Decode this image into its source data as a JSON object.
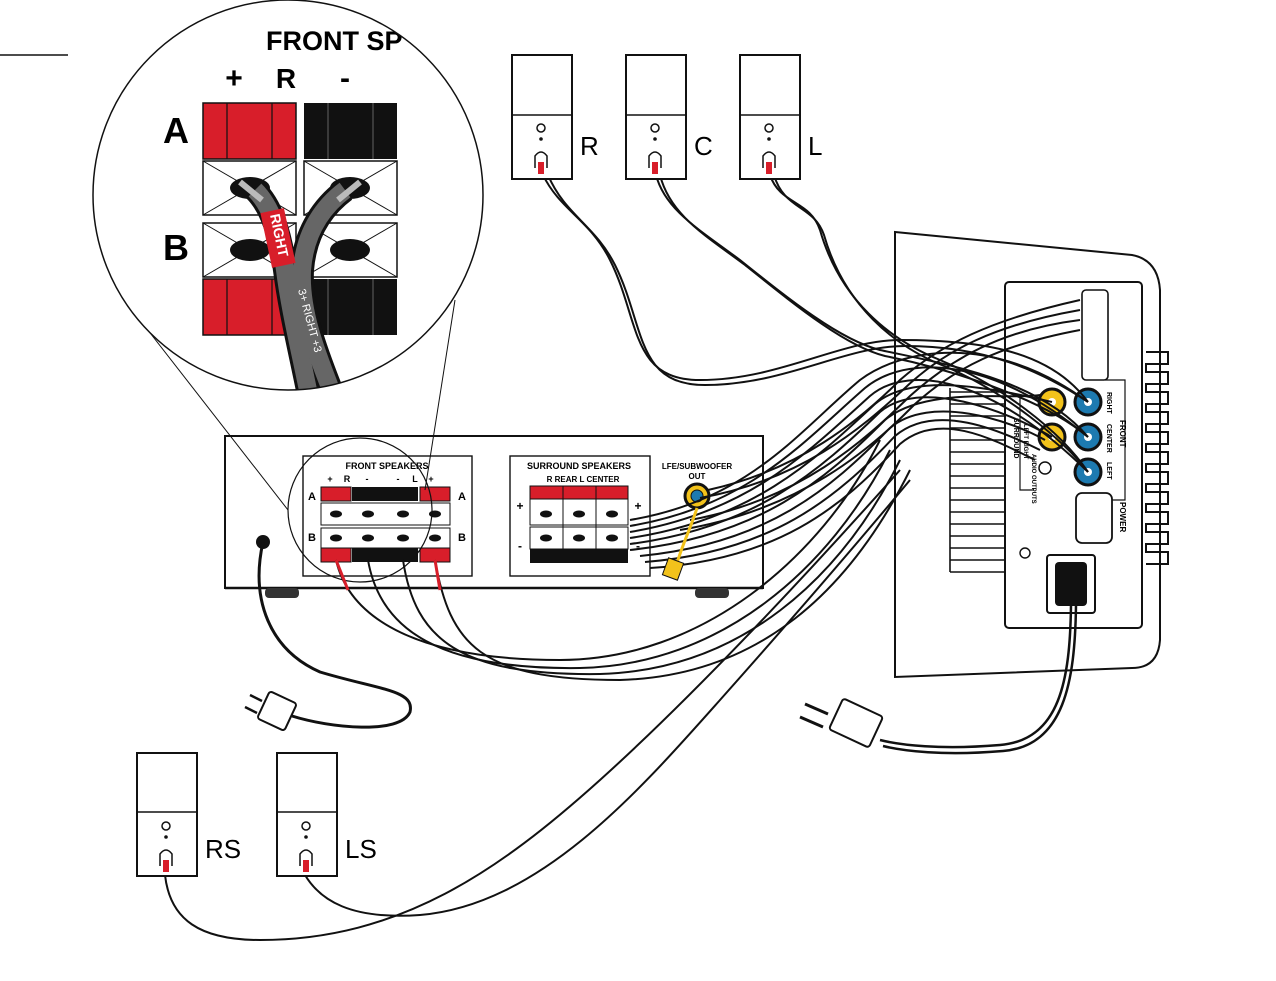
{
  "zoom": {
    "title": "FRONT SP",
    "plus": "+",
    "r": "R",
    "minus": "-",
    "row_a": "A",
    "row_b": "B",
    "tag_text": "RIGHT",
    "wire_text": "3+ RIGHT +3"
  },
  "speakers": {
    "right_label": "R",
    "center_label": "C",
    "left_label": "L",
    "rear_right_label": "RS",
    "rear_left_label": "LS"
  },
  "receiver": {
    "front_title": "FRONT SPEAKERS",
    "front_plus_left": "+",
    "front_r": "R",
    "front_minus_left": "-",
    "front_minus_right": "-",
    "front_l": "L",
    "front_plus_right": "+",
    "row_a": "A",
    "row_b": "B",
    "surround_title": "SURROUND SPEAKERS",
    "surround_cols": "R REAR L CENTER",
    "surround_plus": "+",
    "surround_minus": "-",
    "lfe_title": "LFE/SUBWOOFER",
    "lfe_out": "OUT"
  },
  "subwoofer": {
    "right": "RIGHT",
    "center": "CENTER",
    "left": "LEFT",
    "front": "FRONT",
    "surround": "SURROUND",
    "left_right": "LEFT RIGHT",
    "audio_outputs": "AUDIO OUTPUTS",
    "power": "POWER"
  },
  "colors": {
    "red": "#d81e2a",
    "black": "#111111",
    "blue": "#1d7ab0",
    "yellow": "#f2c21b"
  }
}
